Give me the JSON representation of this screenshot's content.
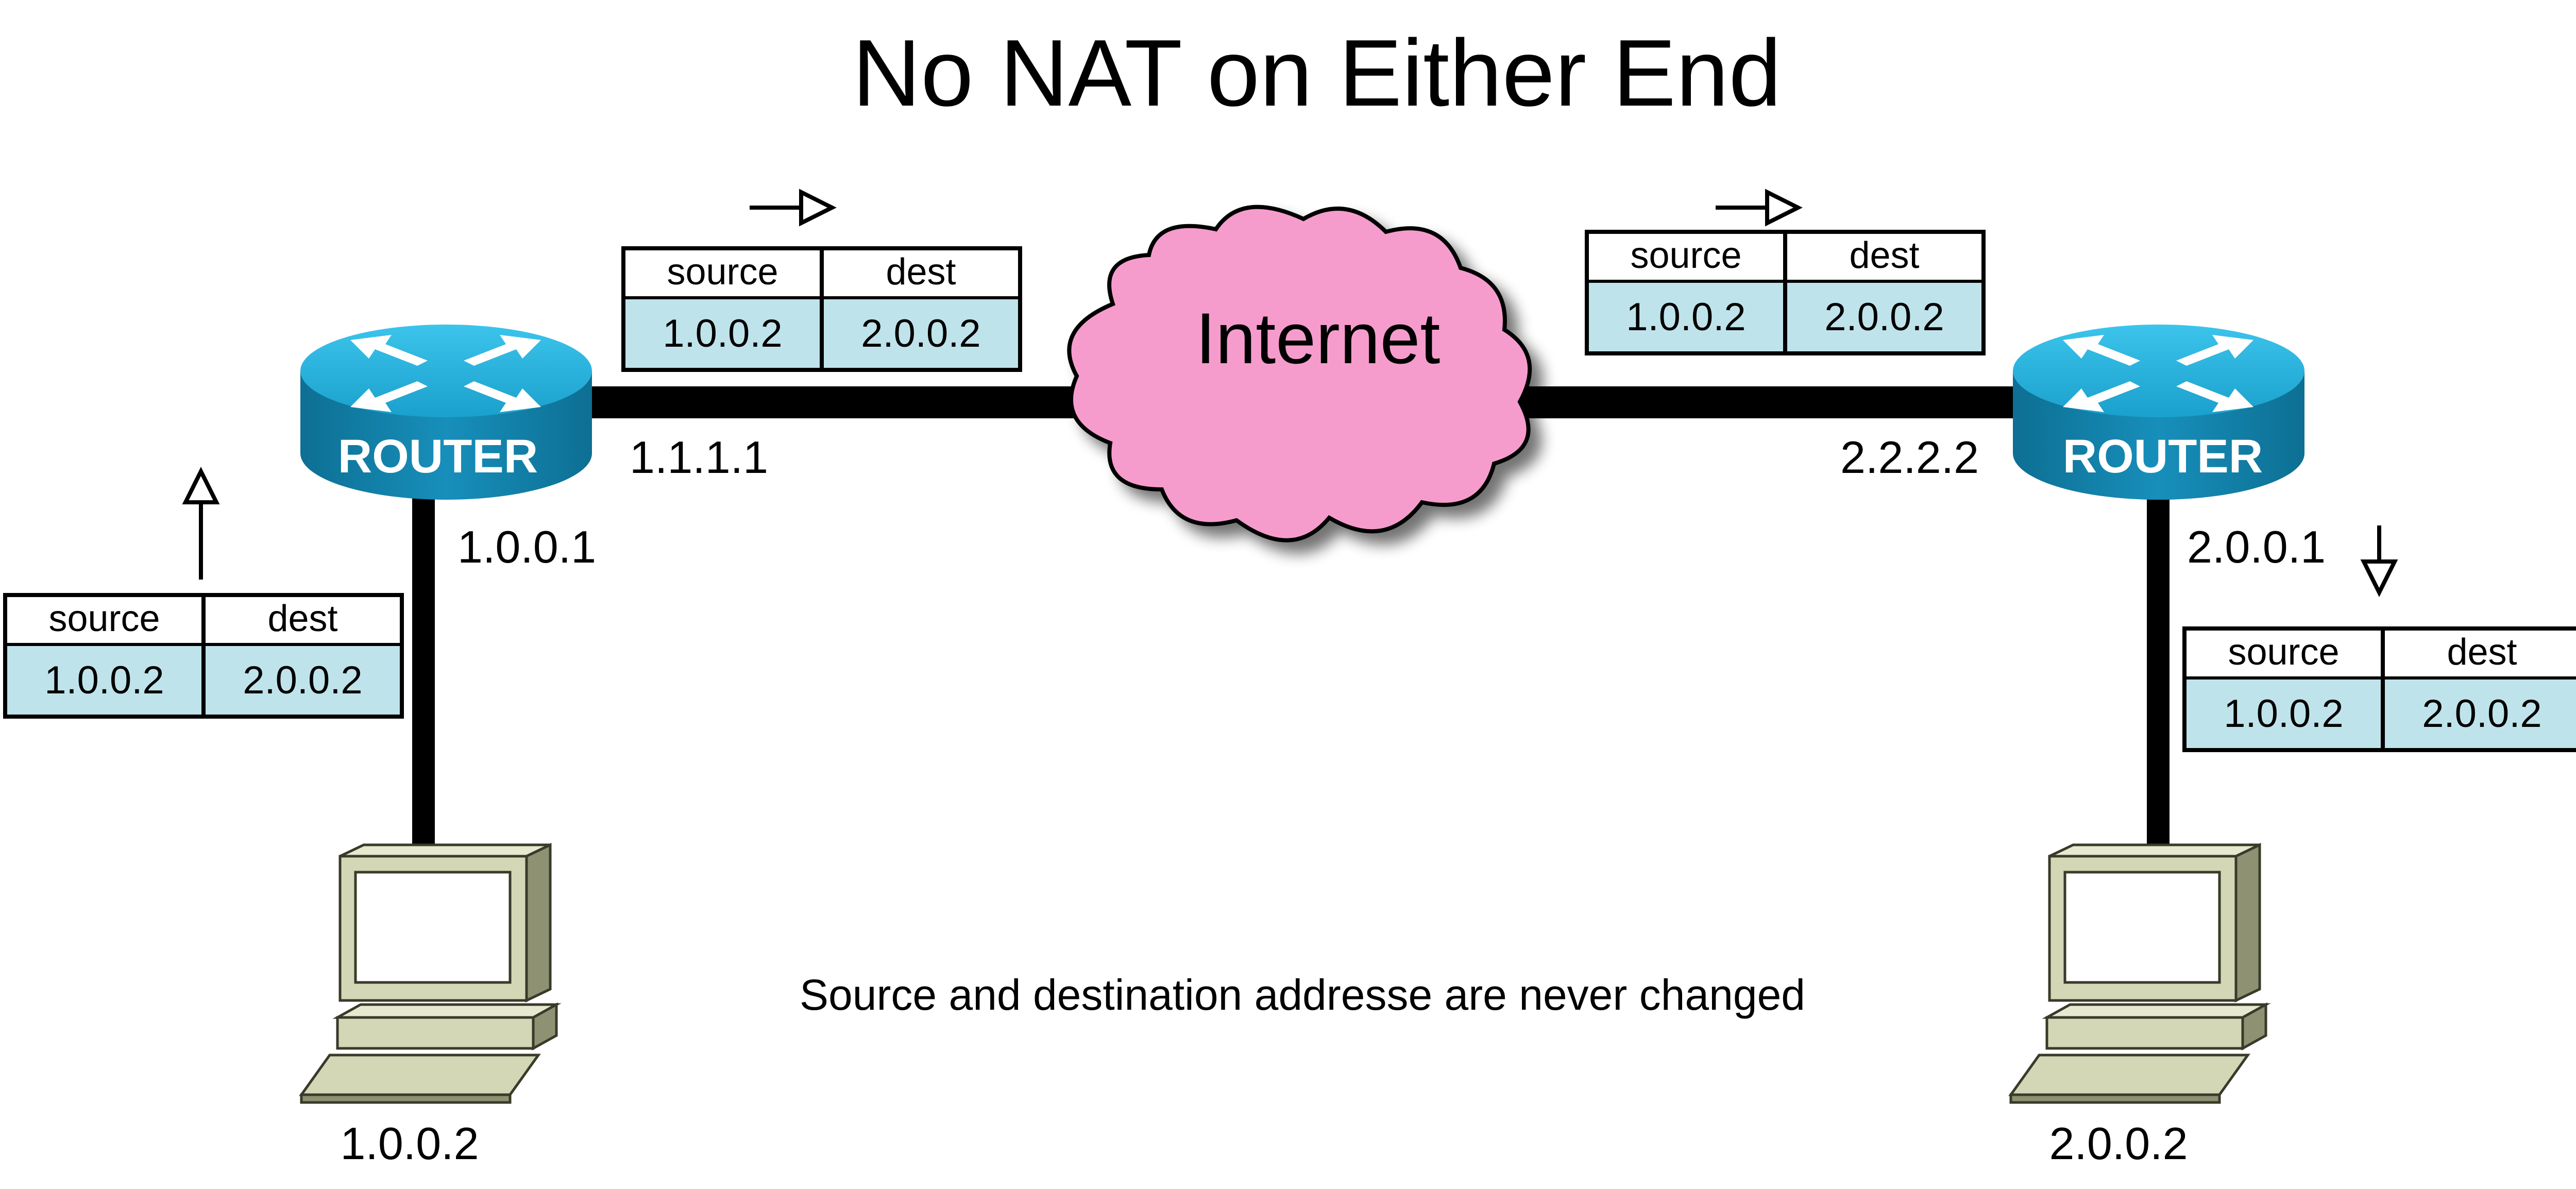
{
  "title": "No NAT on Either End",
  "cloud": {
    "label": "Internet"
  },
  "routers": {
    "left": {
      "label": "ROUTER"
    },
    "right": {
      "label": "ROUTER"
    }
  },
  "ip_labels": {
    "left_router_wan": "1.1.1.1",
    "left_router_lan": "1.0.0.1",
    "right_router_wan": "2.2.2.2",
    "right_router_lan": "2.0.0.1",
    "left_host": "1.0.0.2",
    "right_host": "2.0.0.2"
  },
  "packet_tables": [
    {
      "id": "left-lan",
      "header": {
        "source": "source",
        "dest": "dest"
      },
      "values": {
        "source": "1.0.0.2",
        "dest": "2.0.0.2"
      },
      "direction": "up"
    },
    {
      "id": "left-wan",
      "header": {
        "source": "source",
        "dest": "dest"
      },
      "values": {
        "source": "1.0.0.2",
        "dest": "2.0.0.2"
      },
      "direction": "right"
    },
    {
      "id": "right-wan",
      "header": {
        "source": "source",
        "dest": "dest"
      },
      "values": {
        "source": "1.0.0.2",
        "dest": "2.0.0.2"
      },
      "direction": "right"
    },
    {
      "id": "right-lan",
      "header": {
        "source": "source",
        "dest": "dest"
      },
      "values": {
        "source": "1.0.0.2",
        "dest": "2.0.0.2"
      },
      "direction": "down"
    }
  ],
  "caption": "Source and destination addresse are never changed",
  "colors": {
    "cloud_fill": "#f59ccd",
    "router_fill": "#1da5cf",
    "table_value_fill": "#bfe3eb",
    "monitor_fill": "#d3d7b5",
    "link": "#000000"
  }
}
